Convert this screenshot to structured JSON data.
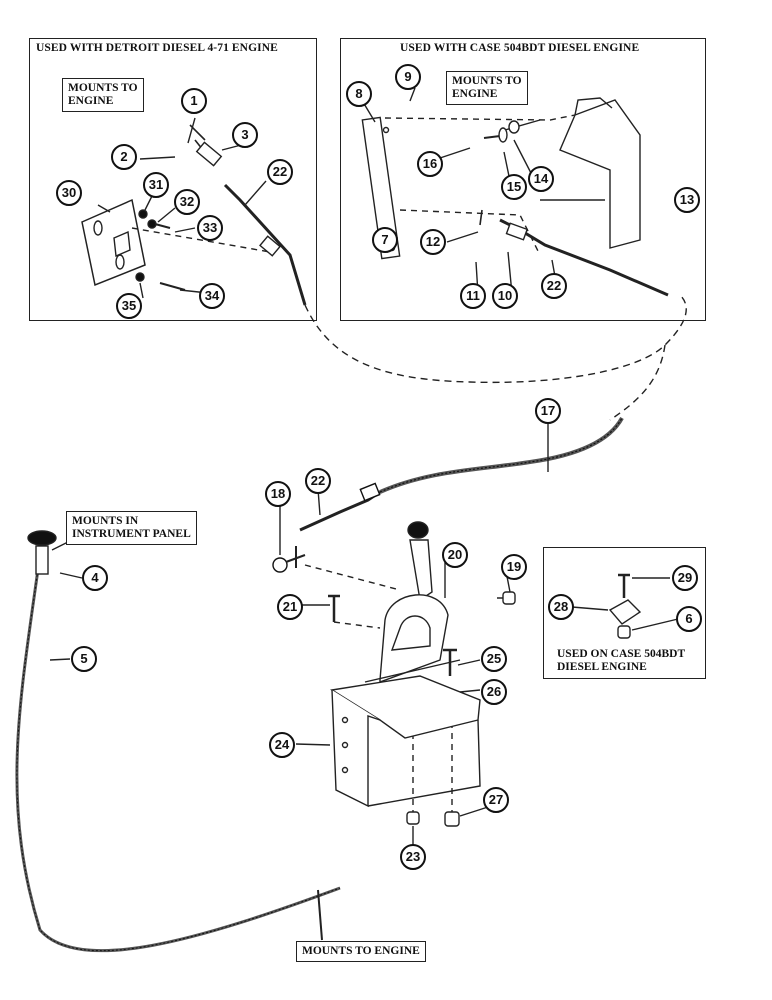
{
  "panels": {
    "detroit": {
      "title": "USED WITH DETROIT DIESEL 4-71 ENGINE",
      "note": "MOUNTS TO\nENGINE"
    },
    "case_top": {
      "title": "USED WITH CASE 504BDT DIESEL ENGINE",
      "note": "MOUNTS TO\nENGINE"
    },
    "case_side": {
      "caption": "USED ON CASE 504BDT\nDIESEL ENGINE"
    }
  },
  "notes": {
    "instrument_panel": "MOUNTS IN\nINSTRUMENT PANEL",
    "mounts_to_engine_bottom": "MOUNTS TO ENGINE"
  },
  "callouts": {
    "c1": "1",
    "c2": "2",
    "c3": "3",
    "c22a": "22",
    "c30": "30",
    "c31": "31",
    "c32": "32",
    "c33": "33",
    "c34": "34",
    "c35": "35",
    "c8": "8",
    "c9": "9",
    "c16": "16",
    "c15": "15",
    "c14": "14",
    "c13": "13",
    "c7": "7",
    "c12": "12",
    "c11": "11",
    "c10": "10",
    "c22b": "22",
    "c17": "17",
    "c18": "18",
    "c22c": "22",
    "c20": "20",
    "c19": "19",
    "c21": "21",
    "c25": "25",
    "c26": "26",
    "c24": "24",
    "c27": "27",
    "c23": "23",
    "c4": "4",
    "c5": "5",
    "c29": "29",
    "c28": "28",
    "c6": "6"
  }
}
